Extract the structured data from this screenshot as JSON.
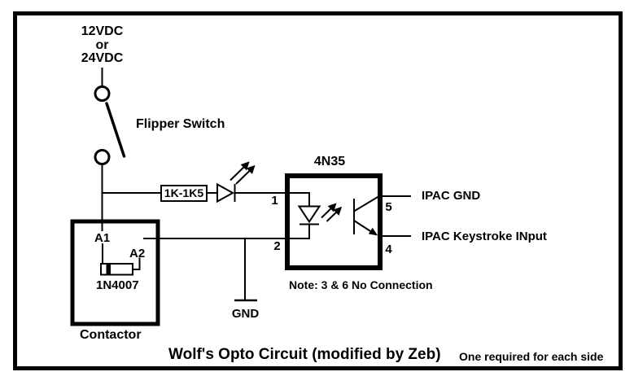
{
  "colors": {
    "ink": "#000000",
    "paper": "#ffffff"
  },
  "power": {
    "line1": "12VDC",
    "line2": "or",
    "line3": "24VDC"
  },
  "switch": {
    "label": "Flipper Switch"
  },
  "resistor": {
    "value": "1K-1K5"
  },
  "optocoupler": {
    "part": "4N35",
    "pins": {
      "p1": "1",
      "p2": "2",
      "p4": "4",
      "p5": "5"
    },
    "note": "Note: 3 & 6 No Connection"
  },
  "outputs": {
    "gnd": "IPAC GND",
    "keystroke": "IPAC Keystroke INput"
  },
  "contactor": {
    "label": "Contactor",
    "terminal_a1": "A1",
    "terminal_a2": "A2",
    "diode_part": "1N4007"
  },
  "ground": {
    "label": "GND"
  },
  "footer": {
    "title": "Wolf's Opto Circuit (modified by Zeb)",
    "note": "One required for each side"
  }
}
